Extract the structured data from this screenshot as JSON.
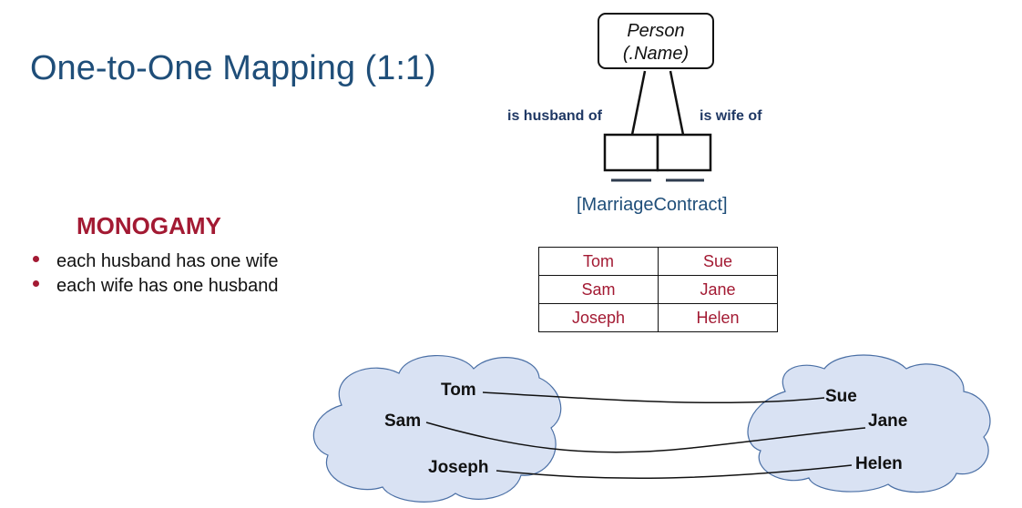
{
  "title": "One-to-One Mapping (1:1)",
  "monogamy": {
    "heading": "MONOGAMY",
    "bullets": [
      "each husband has one wife",
      "each wife has one husband"
    ]
  },
  "schema": {
    "entity_line1": "Person",
    "entity_line2": "(.Name)",
    "role_left": "is husband of",
    "role_right": "is wife of",
    "fact_type": "[MarriageContract]"
  },
  "fact_table": [
    [
      "Tom",
      "Sue"
    ],
    [
      "Sam",
      "Jane"
    ],
    [
      "Joseph",
      "Helen"
    ]
  ],
  "population": {
    "husbands": [
      "Tom",
      "Sam",
      "Joseph"
    ],
    "wives": [
      "Sue",
      "Jane",
      "Helen"
    ]
  },
  "colors": {
    "title": "#1f4e79",
    "accent": "#a31a33",
    "cloud_fill": "#d9e2f3",
    "cloud_stroke": "#4a6fa5"
  }
}
